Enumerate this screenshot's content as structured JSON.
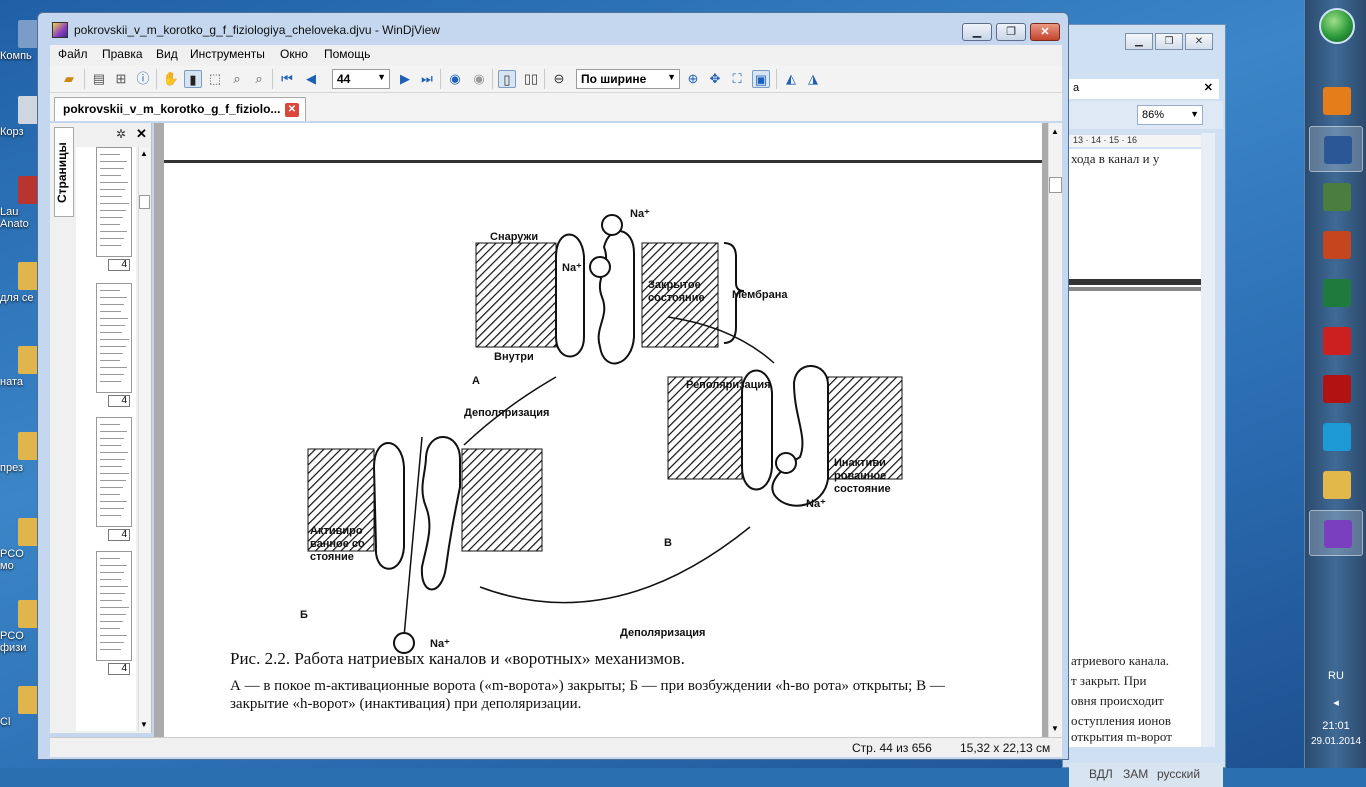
{
  "desktop": {
    "icons": [
      {
        "label": "Компь",
        "color": "#7b9cc7"
      },
      {
        "label": "Корз",
        "color": "#cfd6de"
      },
      {
        "label": "Lau Anato",
        "color": "#b8342f"
      },
      {
        "label": "для се",
        "color": "#e0b54c"
      },
      {
        "label": "ната",
        "color": "#e0b54c"
      },
      {
        "label": "през",
        "color": "#e0b54c"
      },
      {
        "label": "PCO мо",
        "color": "#e0b54c"
      },
      {
        "label": "PCO физи",
        "color": "#e0b54c"
      },
      {
        "label": "Cl",
        "color": "#e0b54c"
      }
    ]
  },
  "bg_window": {
    "tab_label": "а",
    "zoom": "86%",
    "ruler": "13 · 14 · 15 · 16",
    "doc_lines_top": [
      "хода в канал и у"
    ],
    "doc_lines_bottom": [
      "атриевого канала.",
      "т закрыт. При",
      "овня происходит",
      "оступления ионов",
      "открытия m-ворот"
    ],
    "status": [
      "ВДЛ",
      "ЗАМ",
      "русский"
    ]
  },
  "taskbar": {
    "language": "RU",
    "time": "21:01",
    "date": "29.01.2014",
    "apps": [
      {
        "name": "media-player",
        "color": "#e47d1a"
      },
      {
        "name": "word",
        "color": "#2b5797"
      },
      {
        "name": "network",
        "color": "#4b7d3f"
      },
      {
        "name": "powerpoint",
        "color": "#c5451e"
      },
      {
        "name": "excel",
        "color": "#1f7a3e"
      },
      {
        "name": "opera",
        "color": "#cc1f1f"
      },
      {
        "name": "acrobat",
        "color": "#b31212"
      },
      {
        "name": "skype",
        "color": "#1d9ad6"
      },
      {
        "name": "explorer",
        "color": "#e2b84a"
      },
      {
        "name": "windjview",
        "color": "#7a3fbf"
      }
    ]
  },
  "window": {
    "title": "pokrovskii_v_m_korotko_g_f_fiziologiya_cheloveka.djvu - WinDjView",
    "controls": {
      "minimize": "▁",
      "maximize": "❐",
      "close": "✕"
    }
  },
  "menu": [
    "Файл",
    "Правка",
    "Вид",
    "Инструменты",
    "Окно",
    "Помощь"
  ],
  "toolbar": {
    "page_number": "44",
    "zoom_mode": "По ширине"
  },
  "tab": {
    "label": "pokrovskii_v_m_korotko_g_f_fiziolo..."
  },
  "sidebar": {
    "tab_label": "Страницы",
    "thumbnails": [
      "4",
      "4",
      "4",
      "4"
    ]
  },
  "figure": {
    "labels": {
      "outside": "Снаружи",
      "inside": "Внутри",
      "membrane": "Мембрана",
      "closed": "Закрытое состояние",
      "na_top": "Na⁺",
      "na_mid": "Na⁺",
      "na_inact": "Na⁺",
      "na_act": "Na⁺",
      "state_a": "А",
      "state_b": "Б",
      "state_c": "В",
      "repol": "Реполяризация",
      "depol1": "Деполяризация",
      "depol2": "Деполяризация",
      "activated": "Активиро ванное со стояние",
      "inactivated": "Инактиви рованное состояние"
    },
    "caption_title": "Рис. 2.2. Работа натриевых каналов и «воротных» механизмов.",
    "caption_body": "А — в покое m-активационные ворота («m-ворота») закрыты; Б — при возбуждении «h-во рота» открыты; В — закрытие «h-ворот» (инактивация) при деполяризации."
  },
  "status": {
    "page": "Стр. 44 из 656",
    "size": "15,32 x 22,13 см"
  }
}
